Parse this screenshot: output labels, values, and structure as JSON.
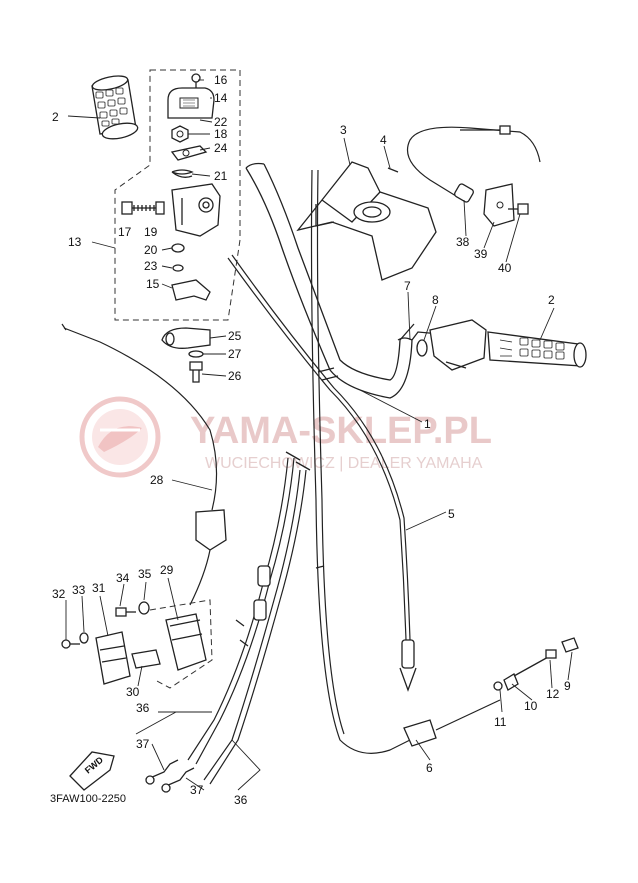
{
  "watermark": {
    "main": "YAMA-SKLEP.PL",
    "sub": "WUCIECHOWICZ | DEALER YAMAHA",
    "color": "#e0b7b7"
  },
  "diagram_code": "3FAW100-2250",
  "fwd_label": "FWD",
  "callouts": {
    "c1": "1",
    "c2a": "2",
    "c2b": "2",
    "c3": "3",
    "c4": "4",
    "c5": "5",
    "c6": "6",
    "c7": "7",
    "c8": "8",
    "c9": "9",
    "c10": "10",
    "c11": "11",
    "c12": "12",
    "c13": "13",
    "c14": "14",
    "c15": "15",
    "c16": "16",
    "c17": "17",
    "c18": "18",
    "c19": "19",
    "c20": "20",
    "c21": "21",
    "c22": "22",
    "c23": "23",
    "c24": "24",
    "c25": "25",
    "c26": "26",
    "c27": "27",
    "c28": "28",
    "c29": "29",
    "c30": "30",
    "c31": "31",
    "c32": "32",
    "c33": "33",
    "c34": "34",
    "c35": "35",
    "c36a": "36",
    "c36b": "36",
    "c37a": "37",
    "c37b": "37",
    "c38": "38",
    "c39": "39",
    "c40": "40"
  }
}
